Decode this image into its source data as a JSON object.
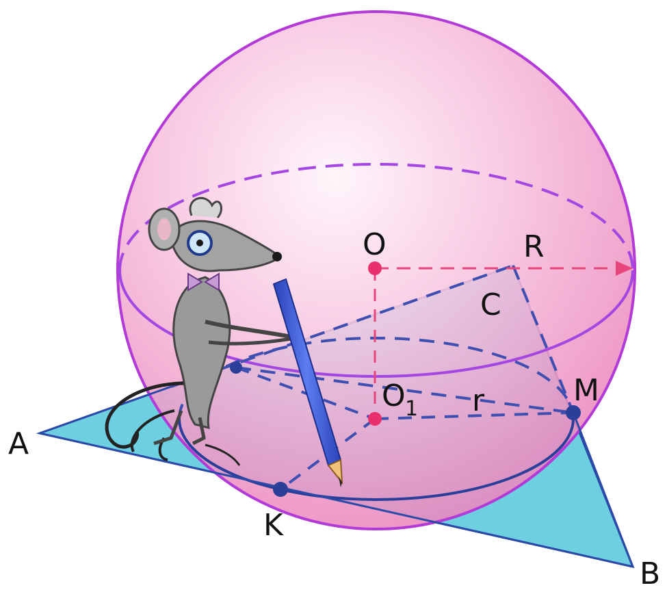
{
  "labels": {
    "O": "O",
    "R": "R",
    "C": "C",
    "M": "M",
    "O1_main": "O",
    "O1_sub": "1",
    "r": "r",
    "A": "A",
    "K": "K",
    "B": "B"
  },
  "colors": {
    "sphere_fill": "#f4a9d4",
    "sphere_outline": "#b23ad6",
    "equator": "#a347e0",
    "triangle_fill": "#6ecfe0",
    "triangle_edge": "#2b4aa8",
    "dashed_blue": "#3f4fb0",
    "dashed_red": "#e5457a",
    "point_red": "#e8306e",
    "point_blue": "#2c3f98",
    "pencil": "#3a5ad6",
    "mouse": "#9a9a9a"
  },
  "icons": {
    "mouse": "mouse-with-pencil-illustration"
  }
}
